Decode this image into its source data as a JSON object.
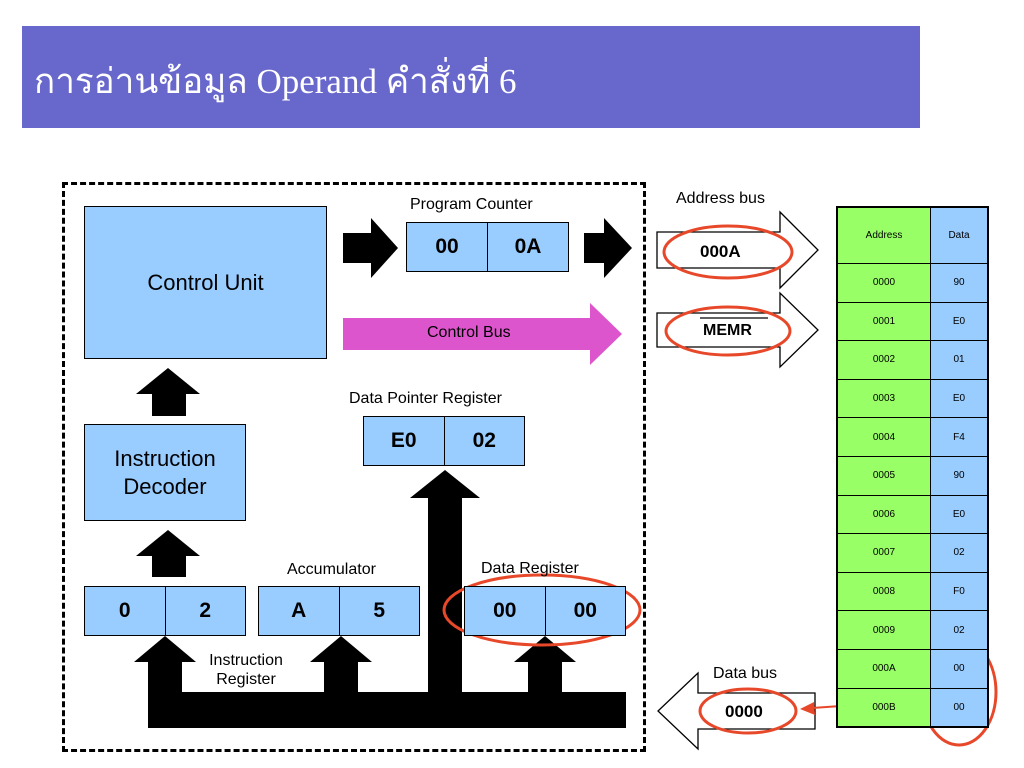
{
  "title": "การอ่านข้อมูล Operand คำสั่งที่ 6",
  "cpu": {
    "control_unit": "Control Unit",
    "instruction_decoder": "Instruction\nDecoder",
    "program_counter": {
      "label": "Program Counter",
      "high": "00",
      "low": "0A"
    },
    "control_bus": "Control Bus",
    "data_pointer_register": {
      "label": "Data Pointer Register",
      "high": "E0",
      "low": "02"
    },
    "instruction_register": {
      "label": "Instruction\nRegister",
      "high": "0",
      "low": "2"
    },
    "accumulator": {
      "label": "Accumulator",
      "high": "A",
      "low": "5"
    },
    "data_register": {
      "label": "Data Register",
      "high": "00",
      "low": "00"
    }
  },
  "buses": {
    "address_bus": {
      "label": "Address bus",
      "value": "000A"
    },
    "control_signal": "MEMR",
    "data_bus": {
      "label": "Data bus",
      "value": "0000"
    }
  },
  "memory": {
    "headers": {
      "address": "Address",
      "data": "Data"
    },
    "rows": [
      {
        "address": "0000",
        "data": "90"
      },
      {
        "address": "0001",
        "data": "E0"
      },
      {
        "address": "0002",
        "data": "01"
      },
      {
        "address": "0003",
        "data": "E0"
      },
      {
        "address": "0004",
        "data": "F4"
      },
      {
        "address": "0005",
        "data": "90"
      },
      {
        "address": "0006",
        "data": "E0"
      },
      {
        "address": "0007",
        "data": "02"
      },
      {
        "address": "0008",
        "data": "F0"
      },
      {
        "address": "0009",
        "data": "02"
      },
      {
        "address": "000A",
        "data": "00"
      },
      {
        "address": "000B",
        "data": "00"
      }
    ]
  },
  "colors": {
    "title_bg": "#6767cc",
    "register_fill": "#99ccff",
    "memory_fill": "#99ff66",
    "control_bus": "#dd55cc",
    "highlight": "#e8482a"
  }
}
